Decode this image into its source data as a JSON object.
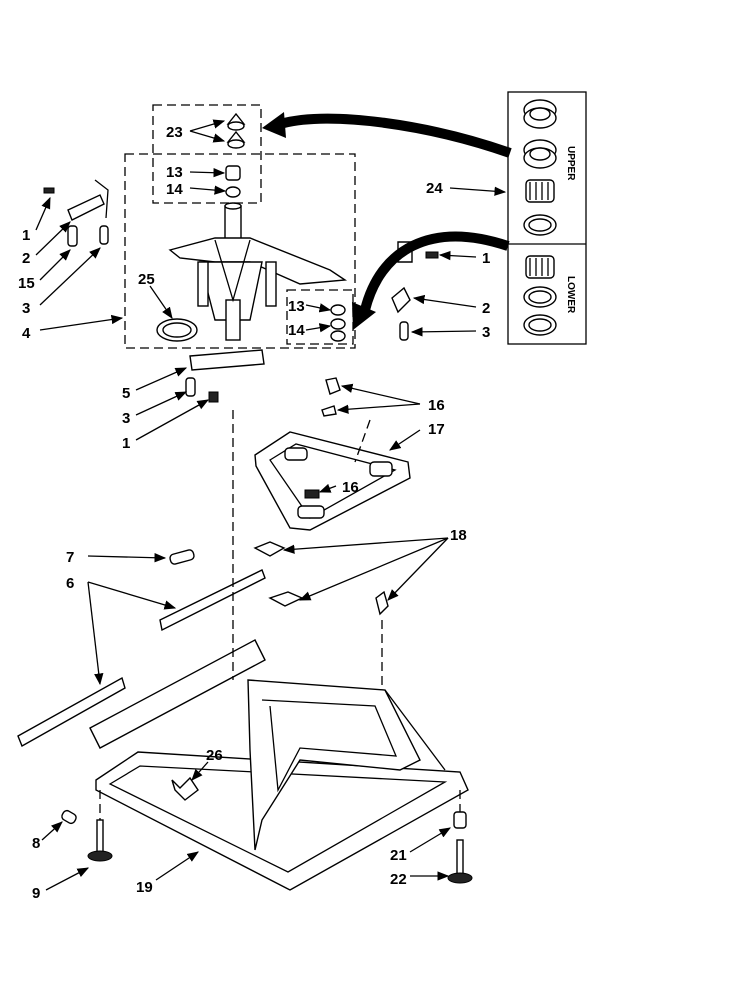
{
  "header_text": "",
  "inset_labels": {
    "upper": "UPPER",
    "lower": "LOWER"
  },
  "callouts": {
    "c23": "23",
    "c13a": "13",
    "c14a": "14",
    "c1a": "1",
    "c2a": "2",
    "c15": "15",
    "c3a": "3",
    "c4": "4",
    "c25": "25",
    "c24": "24",
    "c1b": "1",
    "c2b": "2",
    "c3b": "3",
    "c13b": "13",
    "c14b": "14",
    "c5": "5",
    "c3c": "3",
    "c1c": "1",
    "c16a": "16",
    "c17": "17",
    "c16b": "16",
    "c7": "7",
    "c6": "6",
    "c18": "18",
    "c26": "26",
    "c8": "8",
    "c9": "9",
    "c19": "19",
    "c21": "21",
    "c22": "22"
  },
  "icons": [
    "arrow-icon",
    "bearing-icon",
    "bolt-icon",
    "spring-icon"
  ]
}
